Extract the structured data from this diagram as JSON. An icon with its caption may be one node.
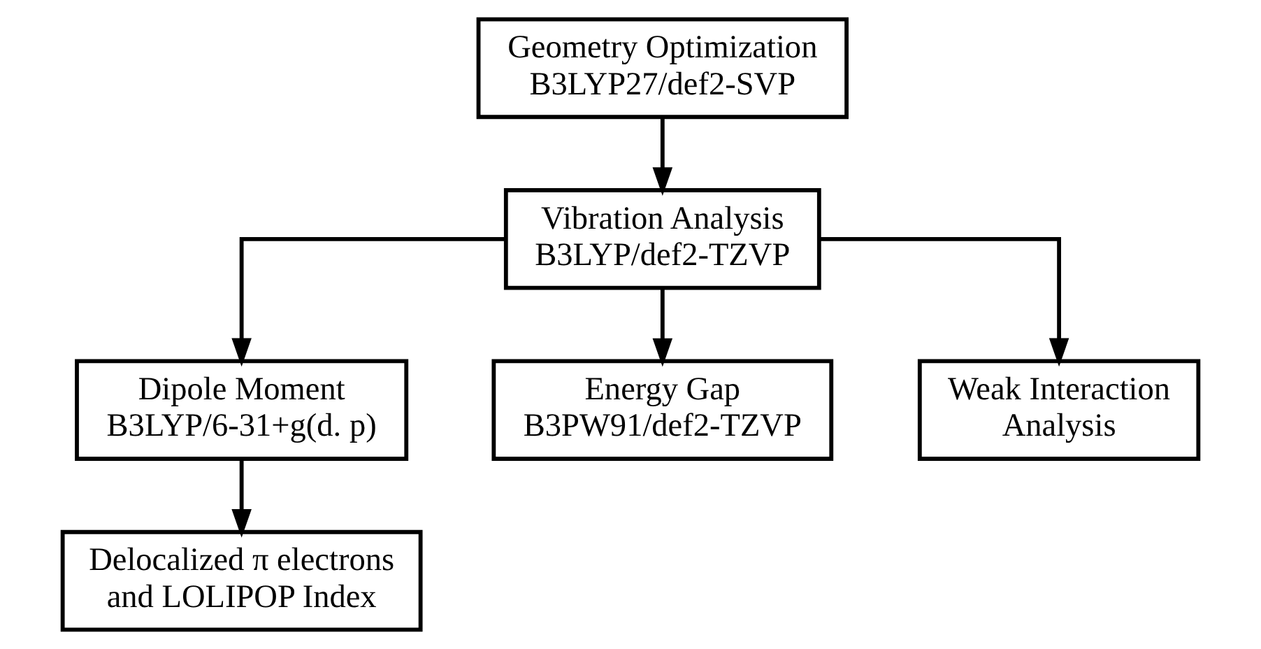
{
  "diagram": {
    "nodes": [
      {
        "text": [
          "Geometry Optimization",
          "B3LYP27/def2-SVP"
        ]
      },
      {
        "text": [
          "Vibration Analysis",
          "B3LYP/def2-TZVP"
        ]
      },
      {
        "text": [
          "Dipole Moment",
          "B3LYP/6-31+g(d. p)"
        ]
      },
      {
        "text": [
          "Energy Gap",
          "B3PW91/def2-TZVP"
        ]
      },
      {
        "text": [
          "Weak Interaction Analysis"
        ]
      },
      {
        "text": [
          "Delocalized π electrons and LOLIPOP Index"
        ]
      }
    ],
    "edges": [
      {
        "from": 0,
        "to": 1,
        "arrow": "to"
      },
      {
        "from": 1,
        "to": 2,
        "arrow": "to"
      },
      {
        "from": 1,
        "to": 3,
        "arrow": "to"
      },
      {
        "from": 1,
        "to": 4,
        "arrow": "to"
      },
      {
        "from": 2,
        "to": 5,
        "arrow": "to"
      }
    ]
  }
}
